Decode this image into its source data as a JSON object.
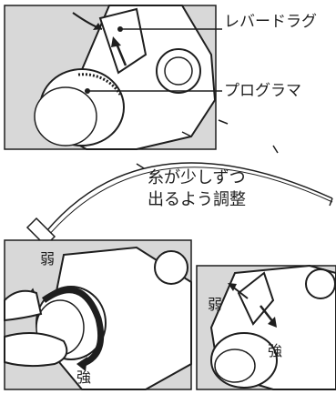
{
  "labels": {
    "lever_drag": "レバードラグ",
    "programmer": "プログラマ"
  },
  "instruction": {
    "line1": "糸が少しずつ",
    "line2": "出るよう調整"
  },
  "panel_bottom_left": {
    "weak": "弱",
    "strong": "強"
  },
  "panel_bottom_right": {
    "weak": "弱",
    "strong": "強"
  },
  "colors": {
    "panel_bg": "#d8d8d8",
    "line_art": "#1e1e1e",
    "reel_body": "#ffffff"
  }
}
